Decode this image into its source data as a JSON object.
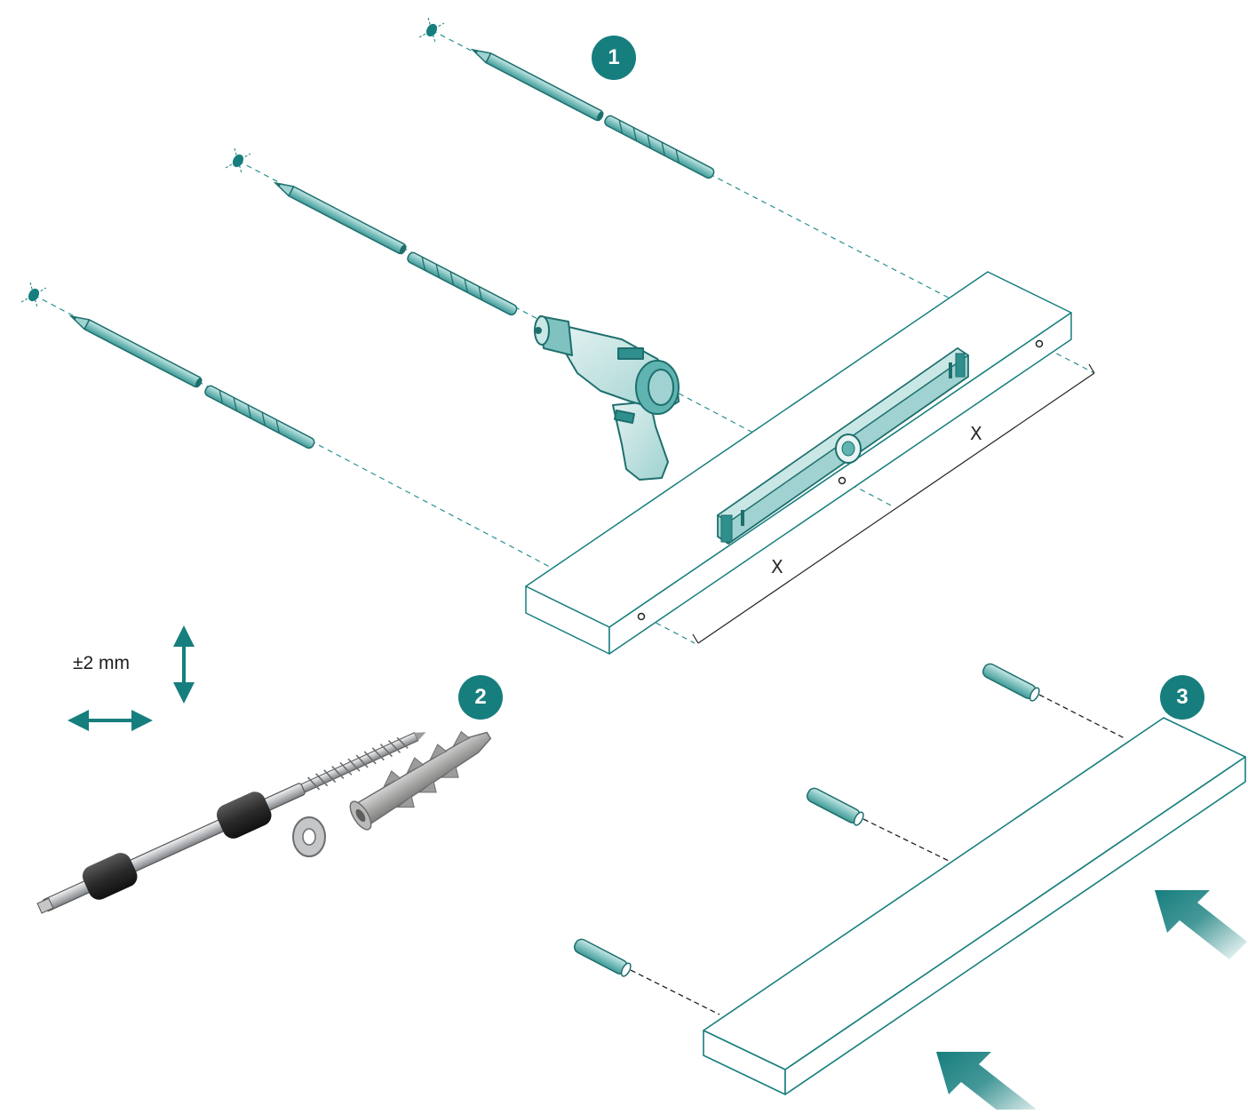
{
  "steps": {
    "step1": "1",
    "step2": "2",
    "step3": "3"
  },
  "labels": {
    "tolerance": "±2 mm",
    "dimension_x_1": "X",
    "dimension_x_2": "X"
  },
  "colors": {
    "accent": "#177e7e",
    "accent_light": "#9fd2d0",
    "accent_mid": "#5fb3b1",
    "rubber": "#2b2b2b",
    "steel": "#c4c6c8",
    "plug": "#a9aaa8"
  },
  "icons": [
    "pencil-icon",
    "drill-bit-icon",
    "power-drill-icon",
    "spirit-level-icon",
    "mounting-rod-icon",
    "wall-plug-icon",
    "washer-icon",
    "push-arrow-icon"
  ]
}
